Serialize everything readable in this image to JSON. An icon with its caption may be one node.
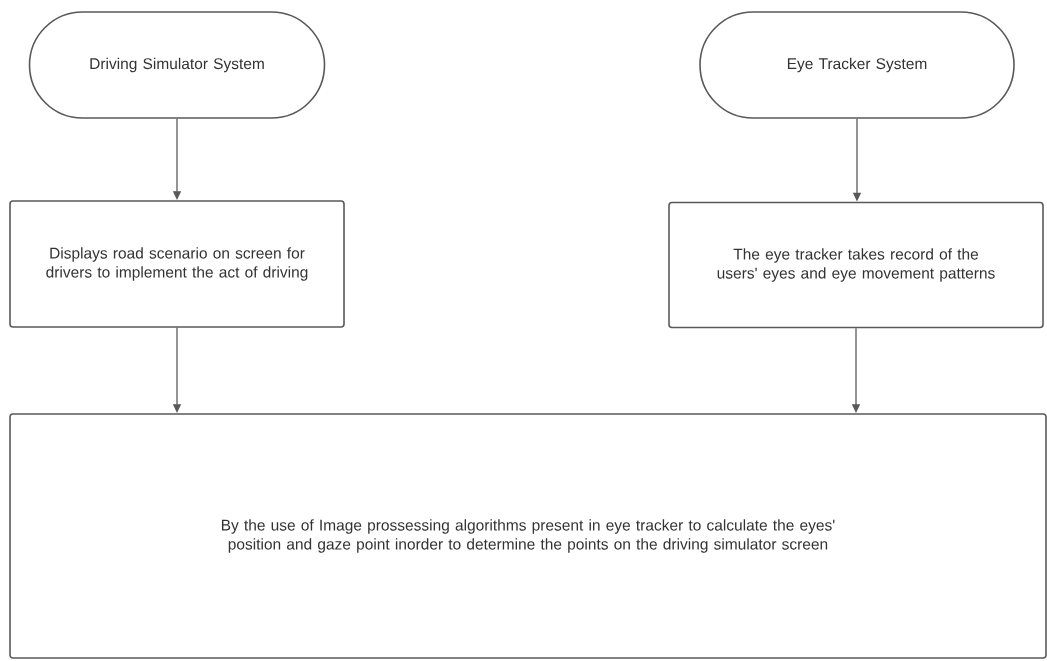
{
  "diagram": {
    "nodes": [
      {
        "text": [
          "Driving Simulator System"
        ]
      },
      {
        "text": [
          "Eye Tracker System"
        ]
      },
      {
        "text": [
          "Displays road scenario on screen for drivers to implement the act of driving"
        ]
      },
      {
        "text": [
          "The eye tracker takes record of the users' eyes and eye movement patterns"
        ]
      },
      {
        "text": [
          "By the use of Image prossessing algorithms present in eye tracker to calculate the eyes' position and gaze point inorder to determine the points on the driving simulator screen"
        ]
      }
    ],
    "edges": [
      {
        "from": 0,
        "to": 2,
        "arrow": "to"
      },
      {
        "from": 1,
        "to": 3,
        "arrow": "to"
      },
      {
        "from": 2,
        "to": 4,
        "arrow": "to"
      },
      {
        "from": 3,
        "to": 4,
        "arrow": "to"
      }
    ]
  }
}
